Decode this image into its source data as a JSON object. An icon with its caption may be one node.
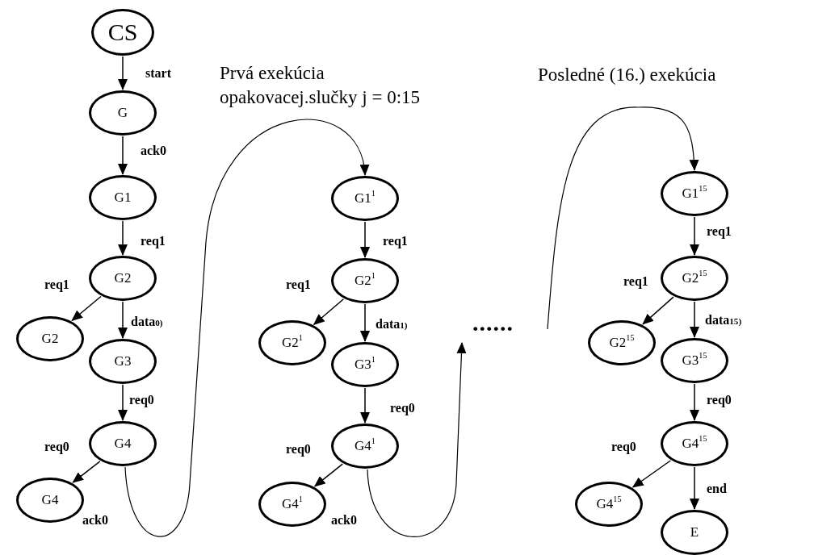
{
  "diagram": {
    "nodes": [
      {
        "text": [
          "CS"
        ]
      },
      {
        "text": [
          "G"
        ]
      },
      {
        "text": [
          "G1"
        ]
      },
      {
        "text": [
          "G2"
        ]
      },
      {
        "text": [
          "G2"
        ]
      },
      {
        "text": [
          "G3"
        ]
      },
      {
        "text": [
          "G4"
        ]
      },
      {
        "text": [
          "G4"
        ]
      },
      {
        "text": [
          "G1$^{1}$"
        ]
      },
      {
        "text": [
          "G2$^{1}$"
        ]
      },
      {
        "text": [
          "G2$^{1}$"
        ]
      },
      {
        "text": [
          "G3$^{1}$"
        ]
      },
      {
        "text": [
          "G4$^{1}$"
        ]
      },
      {
        "text": [
          "G4$^{1}$"
        ]
      },
      {
        "text": [
          "G1$^{15}$"
        ]
      },
      {
        "text": [
          "G2$^{15}$"
        ]
      },
      {
        "text": [
          "G2$^{15}$"
        ]
      },
      {
        "text": [
          "G3$^{15}$"
        ]
      },
      {
        "text": [
          "G4$^{15}$"
        ]
      },
      {
        "text": [
          "G4$^{15}$"
        ]
      },
      {
        "text": [
          "E"
        ]
      }
    ],
    "edges": [
      {
        "from": 0,
        "to": 1,
        "arrow": "to",
        "label": "start"
      },
      {
        "from": 1,
        "to": 2,
        "arrow": "to",
        "label": "ack0"
      },
      {
        "from": 2,
        "to": 3,
        "arrow": "to",
        "label": "req1"
      },
      {
        "from": 3,
        "to": 4,
        "arrow": "to",
        "label": "req1"
      },
      {
        "from": 3,
        "to": 5,
        "arrow": "to",
        "label": "data$_{0)}$"
      },
      {
        "from": 5,
        "to": 6,
        "arrow": "to",
        "label": "req0"
      },
      {
        "from": 6,
        "to": 7,
        "arrow": "to",
        "label": "req0"
      },
      {
        "from": 6,
        "to": 8,
        "arrow": "to",
        "label": "ack0"
      },
      {
        "from": 8,
        "to": 9,
        "arrow": "to",
        "label": "req1"
      },
      {
        "from": 9,
        "to": 10,
        "arrow": "to",
        "label": "req1"
      },
      {
        "from": 9,
        "to": 11,
        "arrow": "to",
        "label": "data$_{1)}$"
      },
      {
        "from": 11,
        "to": 12,
        "arrow": "to",
        "label": "req0"
      },
      {
        "from": 12,
        "to": 13,
        "arrow": "to",
        "label": "req0"
      },
      {
        "from": 12,
        "to": null,
        "arrow": "to",
        "label": "ack0"
      },
      {
        "from": null,
        "to": 14,
        "arrow": "to"
      },
      {
        "from": 14,
        "to": 15,
        "arrow": "to",
        "label": "req1"
      },
      {
        "from": 15,
        "to": 16,
        "arrow": "to",
        "label": "req1"
      },
      {
        "from": 15,
        "to": 17,
        "arrow": "to",
        "label": "data$_{15)}$"
      },
      {
        "from": 17,
        "to": 18,
        "arrow": "to",
        "label": "req0"
      },
      {
        "from": 18,
        "to": 19,
        "arrow": "to",
        "label": "req0"
      },
      {
        "from": 18,
        "to": 20,
        "arrow": "to",
        "label": "end"
      }
    ],
    "labels": [
      "Prvá exekúcia opakovacej.slučky j = 0:15",
      "Posledné (16.) exekúcia",
      "......"
    ]
  }
}
